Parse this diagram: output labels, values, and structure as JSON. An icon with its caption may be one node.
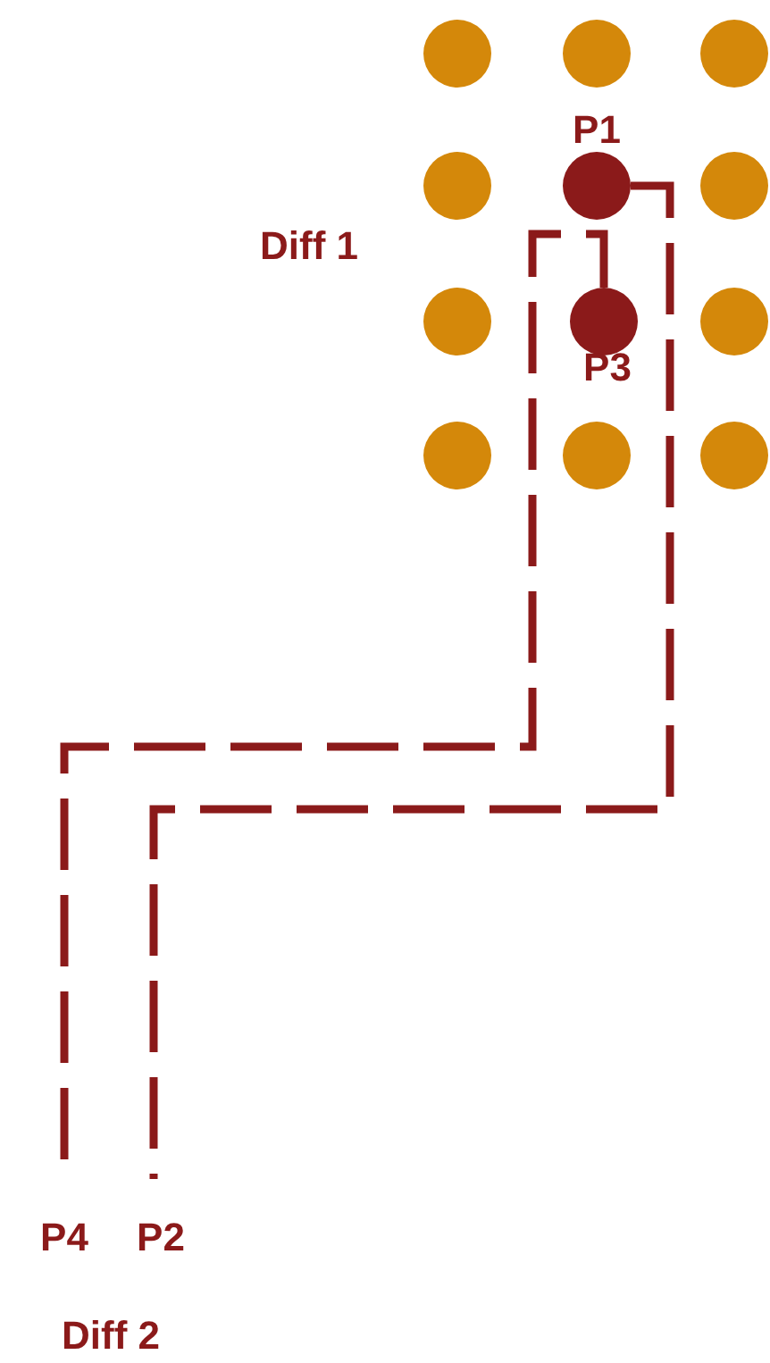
{
  "diagram": {
    "nodes": [
      {
        "text": [],
        "shape": "circle"
      },
      {
        "text": [],
        "shape": "circle"
      },
      {
        "text": [],
        "shape": "circle"
      },
      {
        "text": [],
        "shape": "circle"
      },
      {
        "text": [],
        "shape": "circle",
        "beside": [
          "P1"
        ]
      },
      {
        "text": [],
        "shape": "circle"
      },
      {
        "text": [],
        "shape": "circle"
      },
      {
        "text": [],
        "shape": "circle",
        "beside": [
          "P3"
        ]
      },
      {
        "text": [],
        "shape": "circle"
      },
      {
        "text": [],
        "shape": "circle"
      },
      {
        "text": [],
        "shape": "circle"
      },
      {
        "text": [],
        "shape": "circle"
      },
      {
        "text": [
          "P4"
        ]
      },
      {
        "text": [
          "P2"
        ]
      }
    ],
    "edges": [
      {
        "from": 4,
        "to": 13,
        "arrow": "none",
        "style": "dashed"
      },
      {
        "from": 7,
        "to": 12,
        "arrow": "none",
        "style": "dashed"
      }
    ],
    "labels": [
      "Diff 1",
      "Diff 2"
    ]
  }
}
